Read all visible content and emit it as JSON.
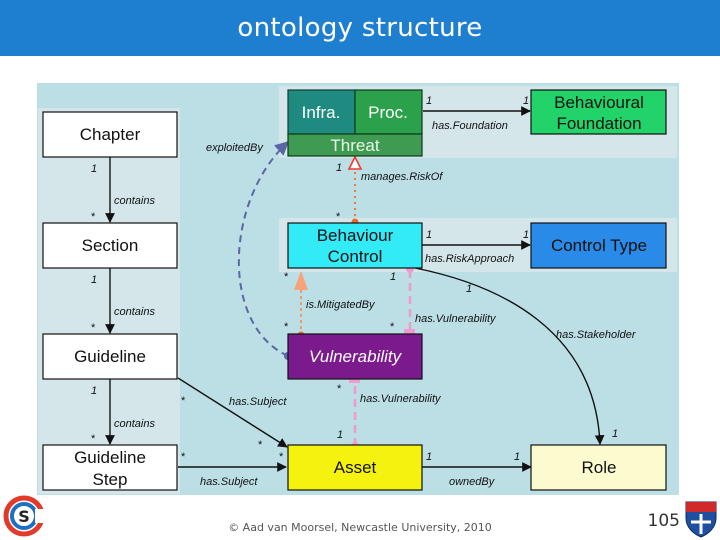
{
  "header": {
    "title": "ontology structure"
  },
  "nodes": {
    "chapter": "Chapter",
    "section": "Section",
    "guideline": "Guideline",
    "guideline_step_1": "Guideline",
    "guideline_step_2": "Step",
    "infra": "Infra.",
    "proc": "Proc.",
    "threat": "Threat",
    "behavioural_foundation_1": "Behavioural",
    "behavioural_foundation_2": "Foundation",
    "behaviour_control_1": "Behaviour",
    "behaviour_control_2": "Control",
    "control_type": "Control Type",
    "vulnerability": "Vulnerability",
    "asset": "Asset",
    "role": "Role"
  },
  "edges": {
    "contains_1": "contains",
    "contains_2": "contains",
    "contains_3": "contains",
    "exploited_by": "exploitedBy",
    "has_foundation": "has.Foundation",
    "manages_risk_of": "manages.RiskOf",
    "has_risk_approach": "has.RiskApproach",
    "is_mitigated_by": "is.MitigatedBy",
    "has_vulnerability_1": "has.Vulnerability",
    "has_vulnerability_2": "has.Vulnerability",
    "has_stakeholder": "has.Stakeholder",
    "has_subject_1": "has.Subject",
    "has_subject_2": "has.Subject",
    "owned_by": "ownedBy"
  },
  "mult": {
    "one": "1",
    "many": "*"
  },
  "footer": {
    "copyright": "© Aad van Moorsel, Newcastle University, 2010",
    "page": "105"
  },
  "logos": {
    "left_letter": "S"
  },
  "colors": {
    "title_bar": "#1e7fd0",
    "canvas": "#bcdfe6",
    "teal": "#1f8a80",
    "green": "#2aa14a",
    "threat_green": "#3f9a52",
    "bright_green": "#22d36a",
    "cyan": "#33eaf7",
    "blue": "#2a8ae8",
    "purple": "#7a1a8c",
    "yellow": "#f6f20f",
    "light_yellow": "#fbfbcf",
    "orange": "#ee7a3a",
    "pink": "#f09bd0",
    "slate": "#5a66a8"
  }
}
